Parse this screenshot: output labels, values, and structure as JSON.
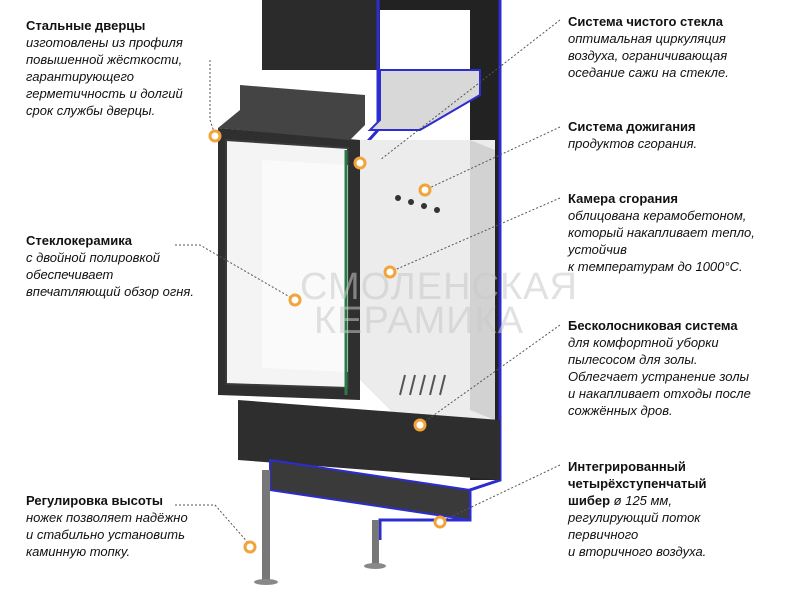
{
  "colors": {
    "marker": "#f2a33a",
    "outline": "#2c2cd0",
    "steel": "#2a2a2a",
    "ceramic": "#ececec"
  },
  "callouts": [
    {
      "title": "Стальные дверцы",
      "desc": "изготовлены из профиля\nповышенной жёсткости,\nгарантирующего\nгерметичность и долгий\nсрок службы дверцы."
    },
    {
      "title": "Стеклокерамика",
      "desc": "с двойной полировкой\nобеспечивает\nвпечатляющий обзор огня."
    },
    {
      "title": "Регулировка высоты",
      "desc": "ножек позволяет надёжно\nи стабильно установить\nкаминную топку."
    },
    {
      "title": "Система чистого стекла",
      "desc": "оптимальная циркуляция\nвоздуха, ограничивающая\nоседание сажи на стекле."
    },
    {
      "title": "Система дожигания",
      "desc": "продуктов сгорания."
    },
    {
      "title": "Камера сгорания",
      "desc": "облицована керамобетоном,\nкоторый накапливает тепло,\nустойчив\nк температурам до 1000°С."
    },
    {
      "title": "Бесколосниковая система",
      "desc": "для комфортной уборки\nпылесосом для золы.\nОблегчает устранение золы\nи накапливает отходы после\nсожжённых дров."
    },
    {
      "title": "Интегрированный\nчетырёхступенчатый\nшибер",
      "title_suffix": "ø 125 мм,",
      "desc": "регулирующий поток\nпервичного\nи вторичного воздуха."
    }
  ],
  "watermark": {
    "line1": "СМОЛЕНСКАЯ",
    "line2": "КЕРАМИКА"
  }
}
